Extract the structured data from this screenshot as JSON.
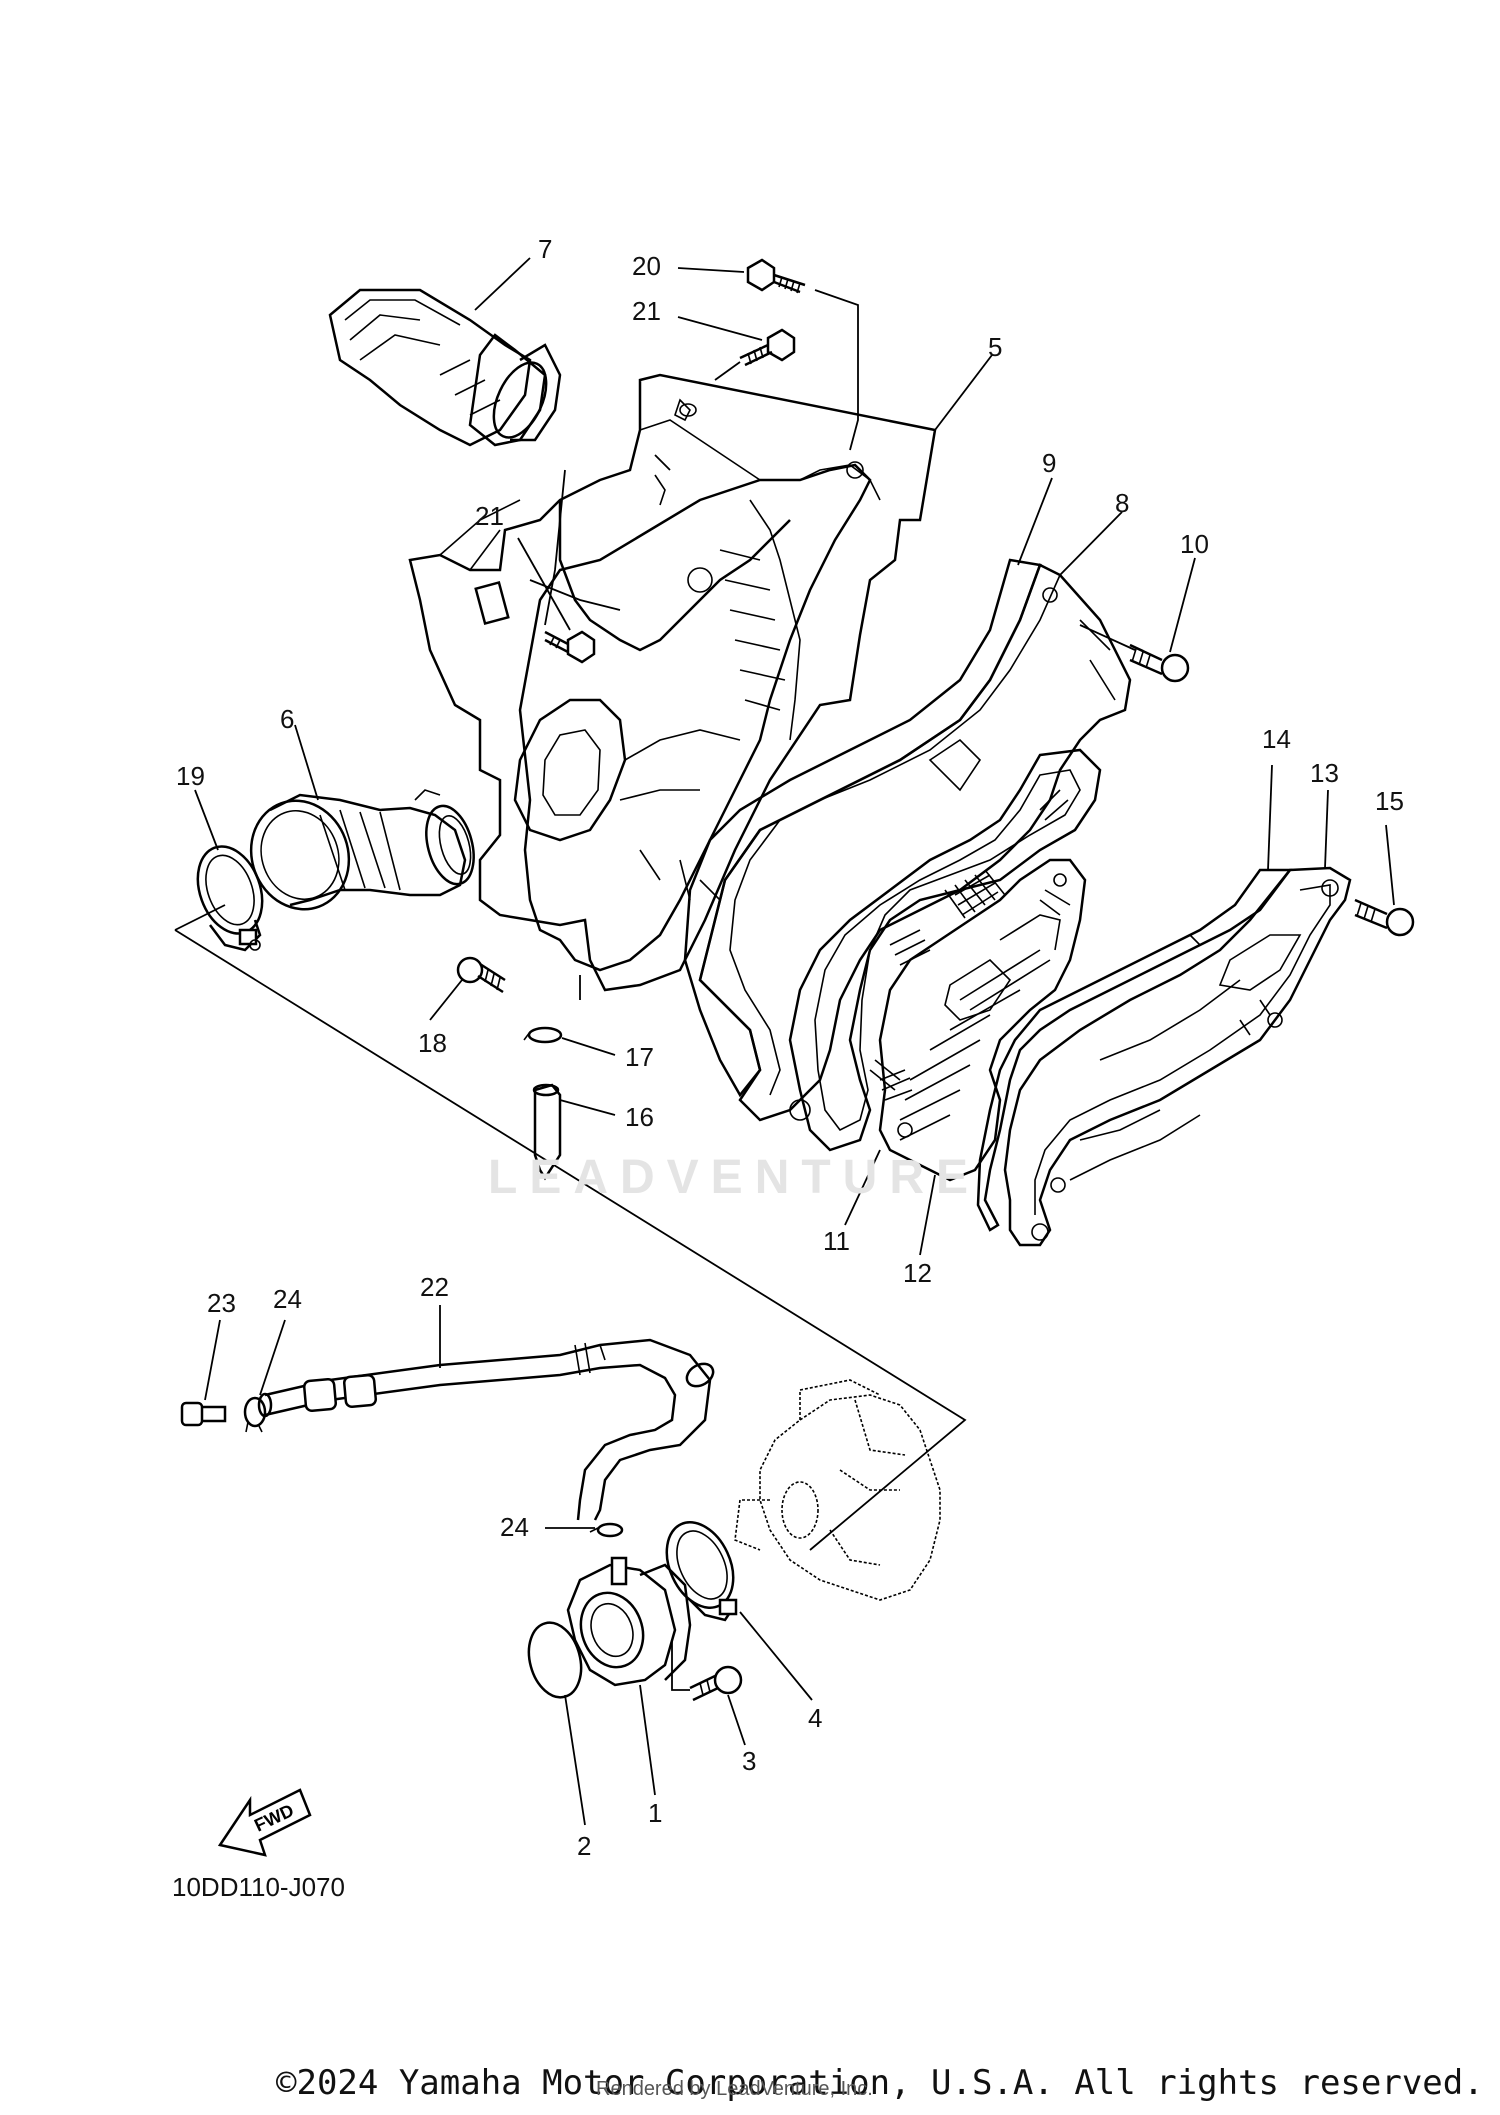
{
  "diagram": {
    "code": "10DD110-J070",
    "fwd_label": "FWD",
    "watermark": "LEADVENTURE",
    "copyright": "©2024 Yamaha Motor Corporation, U.S.A. All rights reserved.",
    "rendered_by": "Rendered by LeadVenture, Inc."
  },
  "callouts": [
    {
      "id": "c7",
      "text": "7"
    },
    {
      "id": "c20",
      "text": "20"
    },
    {
      "id": "c21a",
      "text": "21"
    },
    {
      "id": "c5",
      "text": "5"
    },
    {
      "id": "c9",
      "text": "9"
    },
    {
      "id": "c8",
      "text": "8"
    },
    {
      "id": "c10",
      "text": "10"
    },
    {
      "id": "c21b",
      "text": "21"
    },
    {
      "id": "c6",
      "text": "6"
    },
    {
      "id": "c19",
      "text": "19"
    },
    {
      "id": "c14",
      "text": "14"
    },
    {
      "id": "c13",
      "text": "13"
    },
    {
      "id": "c15",
      "text": "15"
    },
    {
      "id": "c18",
      "text": "18"
    },
    {
      "id": "c17",
      "text": "17"
    },
    {
      "id": "c16",
      "text": "16"
    },
    {
      "id": "c11",
      "text": "11"
    },
    {
      "id": "c12",
      "text": "12"
    },
    {
      "id": "c23",
      "text": "23"
    },
    {
      "id": "c24a",
      "text": "24"
    },
    {
      "id": "c22",
      "text": "22"
    },
    {
      "id": "c24b",
      "text": "24"
    },
    {
      "id": "c4",
      "text": "4"
    },
    {
      "id": "c3",
      "text": "3"
    },
    {
      "id": "c1",
      "text": "1"
    },
    {
      "id": "c2",
      "text": "2"
    }
  ]
}
